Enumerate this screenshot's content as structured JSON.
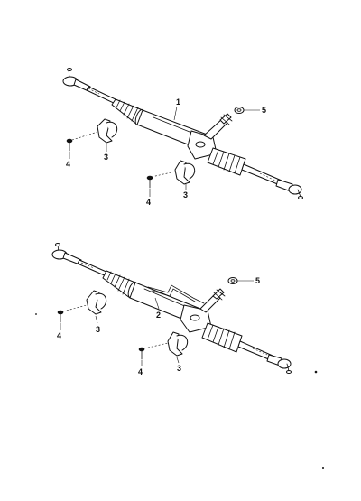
{
  "diagram": {
    "upper_assembly": {
      "labels": {
        "rack_housing": "1",
        "clamp_left": "3",
        "clamp_right": "3",
        "bolt_left": "4",
        "bolt_right": "4",
        "seal_cap": "5"
      }
    },
    "lower_assembly": {
      "labels": {
        "rack_housing": "2",
        "clamp_left": "3",
        "clamp_right": "3",
        "bolt_left": "4",
        "bolt_right": "4",
        "seal_cap": "5"
      }
    }
  }
}
